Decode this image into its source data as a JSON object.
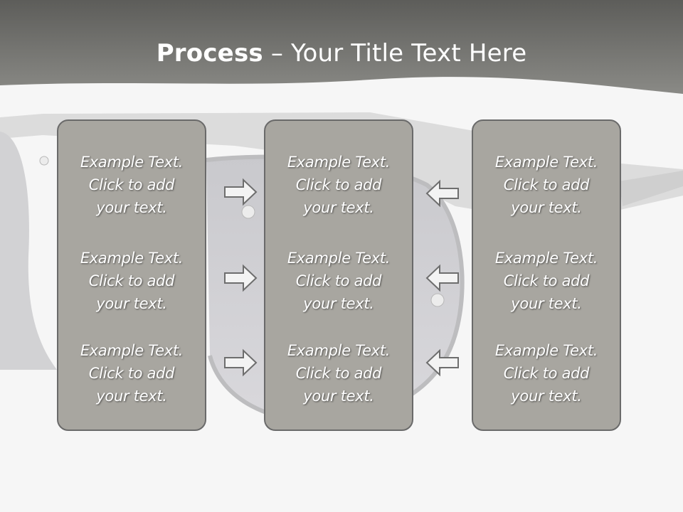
{
  "slide": {
    "title_bold": "Process",
    "title_rest": " – Your Title Text Here",
    "colors": {
      "header": "#737370",
      "panel": "#a8a6a0",
      "panel_border": "#6a6a6a",
      "arrow_fill": "#f3f3f3",
      "arrow_stroke": "#6e6e6e",
      "text": "#ffffff",
      "background": "#f6f6f6"
    }
  },
  "columns": [
    {
      "items": [
        {
          "line1": "Example Text.",
          "line2": "Click  to add",
          "line3": "your text."
        },
        {
          "line1": "Example Text.",
          "line2": "Click  to add",
          "line3": "your text."
        },
        {
          "line1": "Example Text.",
          "line2": "Click  to add",
          "line3": "your text."
        }
      ]
    },
    {
      "items": [
        {
          "line1": "Example Text.",
          "line2": "Click  to add",
          "line3": "your text."
        },
        {
          "line1": "Example Text.",
          "line2": "Click  to add",
          "line3": "your text."
        },
        {
          "line1": "Example Text.",
          "line2": "Click  to add",
          "line3": "your text."
        }
      ]
    },
    {
      "items": [
        {
          "line1": "Example Text.",
          "line2": "Click  to add",
          "line3": "your text."
        },
        {
          "line1": "Example Text.",
          "line2": "Click  to add",
          "line3": "your text."
        },
        {
          "line1": "Example Text.",
          "line2": "Click  to add",
          "line3": "your text."
        }
      ]
    }
  ],
  "arrows": {
    "left_column": {
      "direction": "right",
      "count": 3
    },
    "right_column": {
      "direction": "left",
      "count": 3
    }
  }
}
